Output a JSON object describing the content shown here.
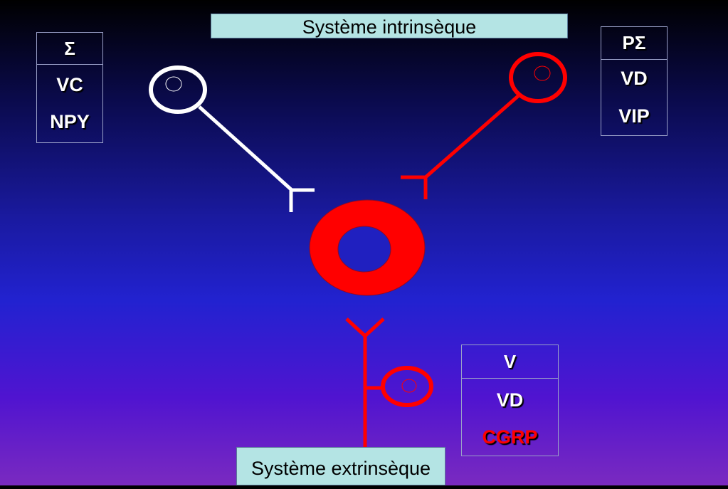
{
  "title_top": "Système intrinsèque",
  "title_bottom": "Système extrinsèque",
  "box_sympathetic": {
    "header": "Σ",
    "lines": [
      "VC",
      "NPY"
    ]
  },
  "box_parasympathetic": {
    "header": "PΣ",
    "lines": [
      "VD",
      "VIP"
    ]
  },
  "box_extrinsic": {
    "header": "V",
    "lines": [
      "VD",
      "CGRP"
    ]
  },
  "colors": {
    "neuron_white": "#ffffff",
    "neuron_red": "#ff0000",
    "vessel": "#ff0000",
    "banner_bg": "#b4e4e4",
    "cgrp_text": "#ff0000"
  }
}
